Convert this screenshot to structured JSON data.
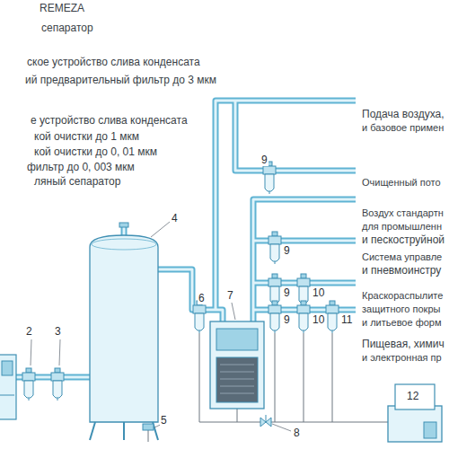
{
  "diagram": {
    "labels": [
      "REMEZA",
      "сепаратор",
      "ское устройство слива конденсата",
      "ий предварительный фильтр до 3 мкм",
      "е устройство слива конденсата",
      "кой очистки до 1 мкм",
      "кой очистки до 0, 01 мкм",
      "фильтр до 0, 003 мкм",
      "ляный сепаратор",
      "Подача воздуха,",
      "и базовое примен",
      "Очищенный пото",
      "Воздух стандартн",
      "для промышленн",
      "и пескоструйной",
      "Система управле",
      "и пневмоинстру",
      "Краскораспылите",
      "защитного покры",
      "и литьевое форм",
      "Пищевая, химич",
      "и электронная пр",
      "9",
      "4",
      "9",
      "9",
      "10",
      "6",
      "7",
      "9",
      "10",
      "11",
      "2",
      "3",
      "12",
      "5",
      "8"
    ]
  }
}
